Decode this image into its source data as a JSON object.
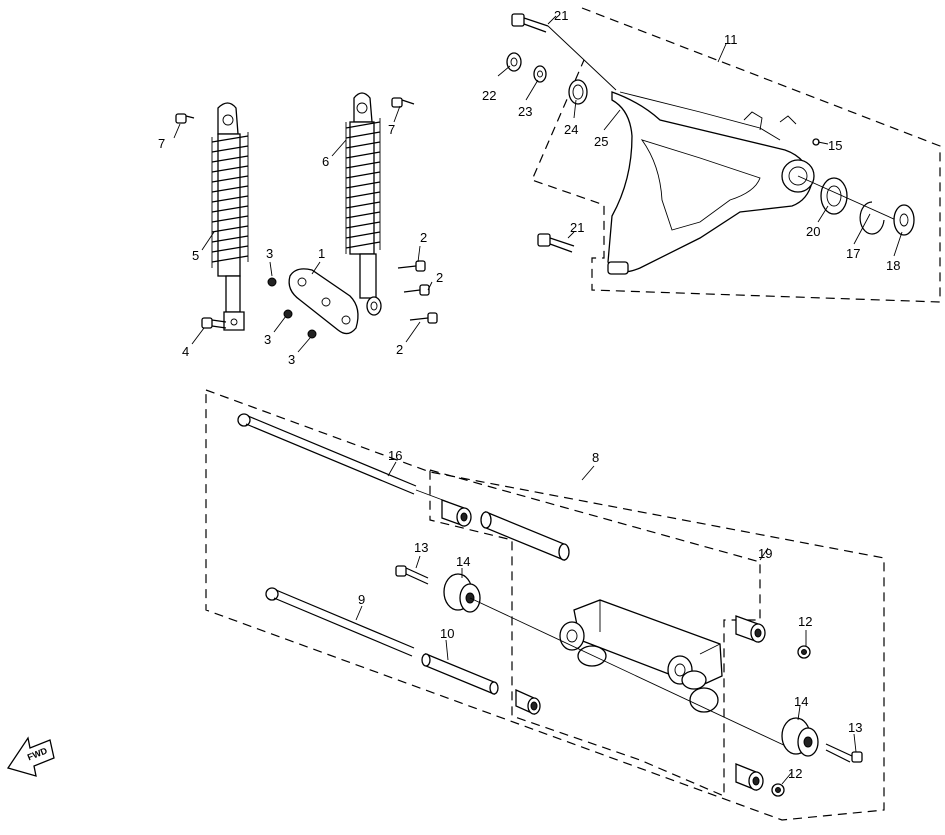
{
  "diagram": {
    "direction_marker": "FWD",
    "callouts": {
      "c1": "1",
      "c2a": "2",
      "c2b": "2",
      "c2c": "2",
      "c3a": "3",
      "c3b": "3",
      "c3c": "3",
      "c4": "4",
      "c5": "5",
      "c6": "6",
      "c7a": "7",
      "c7b": "7",
      "c8": "8",
      "c9": "9",
      "c10": "10",
      "c11": "11",
      "c12a": "12",
      "c12b": "12",
      "c13a": "13",
      "c13b": "13",
      "c14a": "14",
      "c14b": "14",
      "c15": "15",
      "c16": "16",
      "c17": "17",
      "c18": "18",
      "c19": "19",
      "c20": "20",
      "c21a": "21",
      "c21b": "21",
      "c22": "22",
      "c23": "23",
      "c24": "24",
      "c25": "25"
    }
  }
}
